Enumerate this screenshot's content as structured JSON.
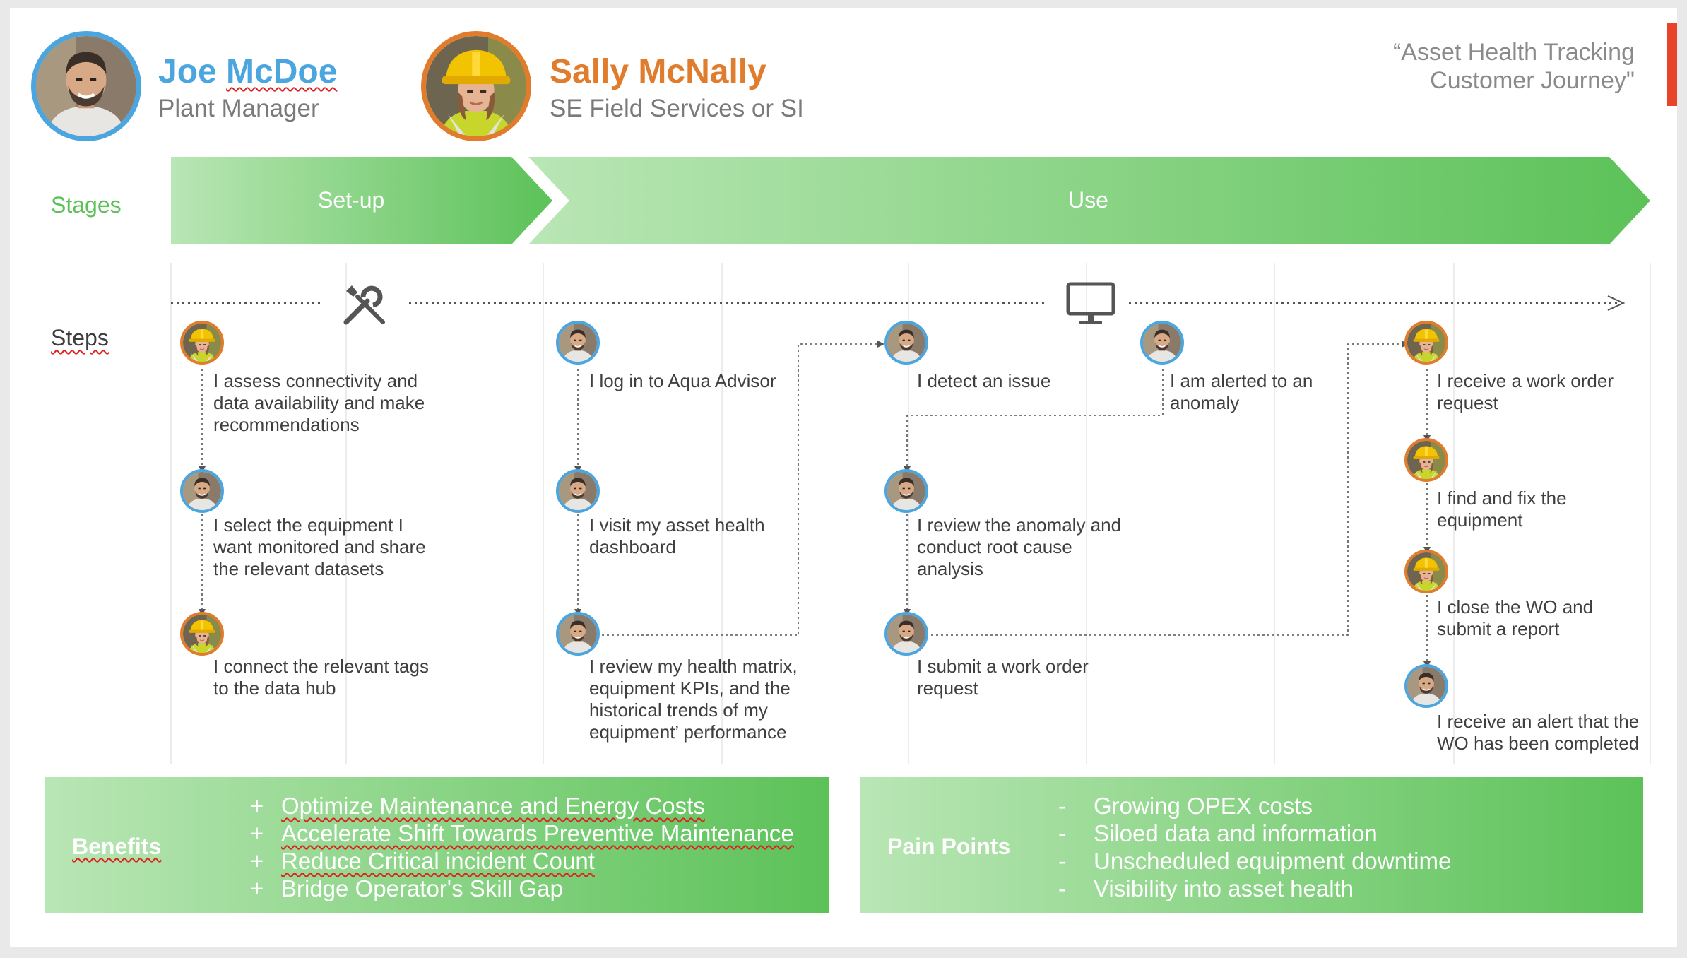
{
  "personas": [
    {
      "name": "Joe McDoe",
      "role": "Plant Manager",
      "color": "#4ba6e0"
    },
    {
      "name": "Sally McNally",
      "role": "SE Field Services or SI",
      "color": "#e07c2b"
    }
  ],
  "journey_title": {
    "line1": "“Asset Health Tracking",
    "line2": "Customer Journey\""
  },
  "rows": {
    "stages": "Stages",
    "steps": "Steps"
  },
  "stages": {
    "setup": "Set-up",
    "use": "Use"
  },
  "icons": {
    "setup": "wrench-screwdriver-icon",
    "use": "monitor-icon"
  },
  "steps": [
    {
      "persona": "sally",
      "text": "I assess connectivity and data availability and make recommendations"
    },
    {
      "persona": "joe",
      "text": "I select the equipment I want monitored and share the relevant datasets"
    },
    {
      "persona": "sally",
      "text": "I connect the relevant tags to the data hub"
    },
    {
      "persona": "joe",
      "text": "I log in to Aqua Advisor"
    },
    {
      "persona": "joe",
      "text": "I visit my asset health dashboard"
    },
    {
      "persona": "joe",
      "text": "I review my health matrix, equipment KPIs, and the historical trends of my equipment’ performance"
    },
    {
      "persona": "joe",
      "text": "I detect an issue"
    },
    {
      "persona": "joe",
      "text": "I am alerted to an anomaly"
    },
    {
      "persona": "joe",
      "text": "I review the anomaly and conduct root cause analysis"
    },
    {
      "persona": "joe",
      "text": "I submit a work order request"
    },
    {
      "persona": "sally",
      "text": "I receive a work order request"
    },
    {
      "persona": "sally",
      "text": "I find and fix the equipment"
    },
    {
      "persona": "sally",
      "text": "I close the WO and submit a report"
    },
    {
      "persona": "joe",
      "text": "I receive an alert that the WO has been completed"
    }
  ],
  "benefits": {
    "label": "Benefits",
    "bullet": "+",
    "items": [
      "Optimize Maintenance and Energy Costs",
      "Accelerate Shift Towards Preventive Maintenance",
      "Reduce Critical incident Count",
      "Bridge Operator's Skill Gap"
    ]
  },
  "pain_points": {
    "label": "Pain Points",
    "bullet": "-",
    "items": [
      "Growing OPEX costs",
      "Siloed data and information",
      "Unscheduled equipment downtime",
      "Visibility into asset health"
    ]
  },
  "colors": {
    "accent_green": "#5cc258",
    "light_green": "#b9e6b5",
    "joe_blue": "#4ba6e0",
    "sally_orange": "#e07c2b"
  }
}
